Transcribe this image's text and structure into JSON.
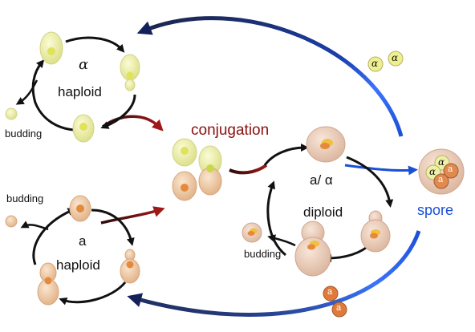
{
  "labels": {
    "alpha_symbol": "α",
    "alpha_haploid": "haploid",
    "budding_top": "budding",
    "conjugation": "conjugation",
    "a_over_alpha": "a/ α",
    "diploid": "diploid",
    "budding_bottom_left": "budding",
    "a_symbol": "a",
    "a_haploid": "haploid",
    "budding_diploid": "budding",
    "spore": "spore",
    "spore_alpha_1": "α",
    "spore_alpha_2": "α",
    "spore_alpha_in_1": "α",
    "spore_alpha_in_2": "α",
    "spore_a_in_1": "a",
    "spore_a_in_2": "a",
    "spore_a_1": "a",
    "spore_a_2": "a"
  },
  "colors": {
    "alpha_cell": "#eef0a8",
    "alpha_nucleus": "#dfe25a",
    "a_cell": "#f1cfaa",
    "a_nucleus": "#e58a3c",
    "diploid_cell": "#efd2bf",
    "arrow_black": "#111111",
    "arrow_conjugation": "#7a1414",
    "arrow_spore": "#1a4fd6"
  }
}
